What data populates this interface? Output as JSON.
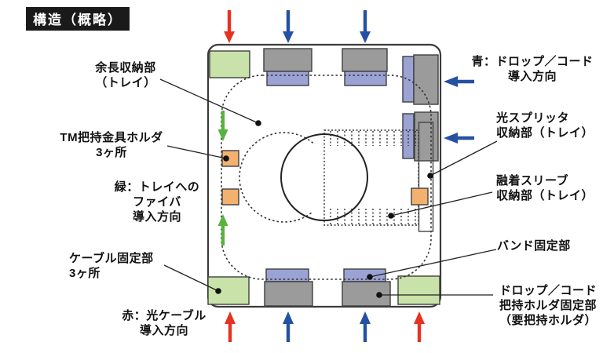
{
  "title": "構造（概略）",
  "labels": {
    "slack_storage": {
      "lines": [
        "余長収納部",
        "（トレイ）"
      ]
    },
    "tm_holder": {
      "lines": [
        "TM把持金具ホルダ",
        "3ヶ所"
      ]
    },
    "green_note": {
      "lines": [
        "緑：トレイへの",
        "ファイバ",
        "導入方向"
      ]
    },
    "cable_fixing": {
      "lines": [
        "ケーブル固定部",
        "3ヶ所"
      ]
    },
    "red_note": {
      "lines": [
        "赤：光ケーブル",
        "導入方向"
      ]
    },
    "blue_note": {
      "lines": [
        "青：ドロップ／コード",
        "導入方向"
      ]
    },
    "splitter_storage": {
      "lines": [
        "光スプリッタ",
        "収納部（トレイ）"
      ]
    },
    "sleeve_storage": {
      "lines": [
        "融着スリーブ",
        "収納部（トレイ）"
      ]
    },
    "band_fixing": {
      "lines": [
        "バンド固定部"
      ]
    },
    "drop_holder": {
      "lines": [
        "ドロップ／コード",
        "把持ホルダ固定部",
        "（要把持ホルダ）"
      ]
    }
  },
  "colors": {
    "green_block": "#c9e2a9",
    "gray_block": "#9b9b9b",
    "purple_block": "#9ba3d4",
    "orange_block": "#f2b16f",
    "arrow_red": "#e63222",
    "arrow_blue": "#2451a3",
    "arrow_green": "#56b43c",
    "outline": "#3b3b3b",
    "title_bg": "#1a1a1a",
    "title_fg": "#ffffff"
  }
}
